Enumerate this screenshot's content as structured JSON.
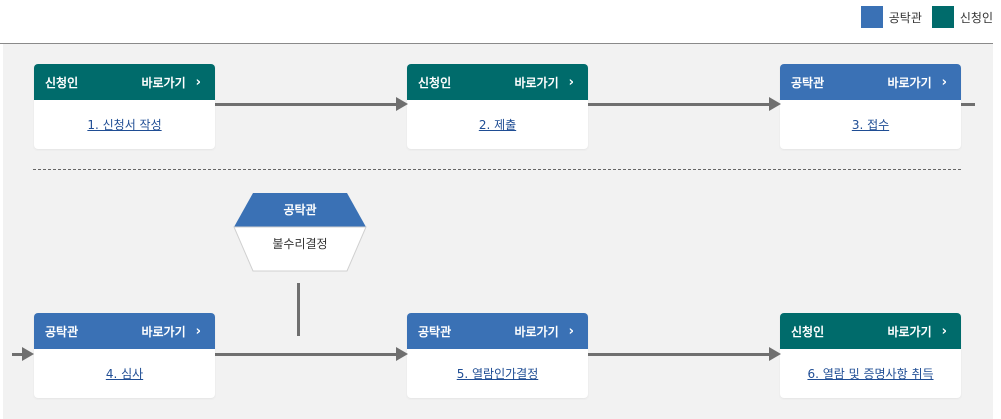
{
  "colors": {
    "official": "#3a71b5",
    "applicant": "#006b6b"
  },
  "legend": [
    {
      "label": "공탁관",
      "role": "official"
    },
    {
      "label": "신청인",
      "role": "applicant"
    }
  ],
  "go_label": "바로가기",
  "steps": [
    {
      "actor": "신청인",
      "role": "applicant",
      "label": "1. 신청서 작성"
    },
    {
      "actor": "신청인",
      "role": "applicant",
      "label": "2. 제출"
    },
    {
      "actor": "공탁관",
      "role": "official",
      "label": "3. 접수"
    },
    {
      "actor": "공탁관",
      "role": "official",
      "label": "4. 심사"
    },
    {
      "actor": "공탁관",
      "role": "official",
      "label": "5. 열람인가결정"
    },
    {
      "actor": "신청인",
      "role": "applicant",
      "label": "6. 열람 및 증명사항 취득"
    }
  ],
  "branch": {
    "actor": "공탁관",
    "role": "official",
    "label": "불수리결정"
  }
}
